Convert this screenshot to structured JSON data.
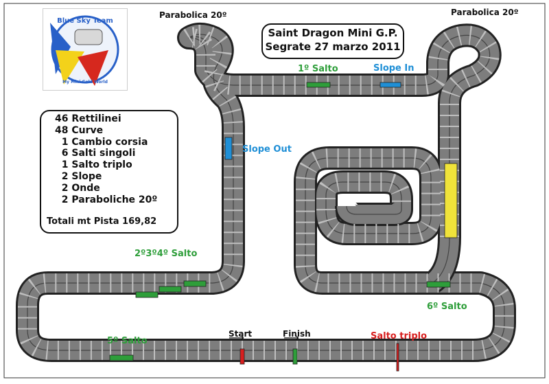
{
  "title": {
    "line1": "Saint Dragon Mini G.P.",
    "line2": "Segrate 27 marzo 2011"
  },
  "logo": {
    "team_text": "Blue Sky Team",
    "subtitle_text": "My Mini Gold World"
  },
  "stats": {
    "items": [
      "46 Rettilinei",
      "48 Curve",
      "  1 Cambio corsia",
      "  6 Salti singoli",
      "  1 Salto triplo",
      "  2 Slope",
      "  2 Onde",
      "  2 Paraboliche 20º"
    ],
    "total": "Totali mt Pista 169,82"
  },
  "labels": {
    "parabolica_left": "Parabolica 20º",
    "parabolica_right": "Parabolica 20º",
    "salto_1": "1º Salto",
    "slope_in": "Slope In",
    "slope_out": "Slope Out",
    "salto_234": "2º3º4º Salto",
    "salto_5": "5º Salto",
    "salto_6": "6º Salto",
    "start": "Start",
    "finish": "Finish",
    "salto_triplo": "Salto triplo"
  },
  "colors": {
    "track": "#7d7d7d",
    "track_border": "#222222",
    "jump": "#2e9e3a",
    "slope": "#1f8fd6",
    "lane_change": "#f0e33a",
    "triple_jump": "#d81f1f",
    "logo_blue": "#2860c8",
    "logo_yellow": "#f3d21a",
    "logo_red": "#d6281e"
  }
}
